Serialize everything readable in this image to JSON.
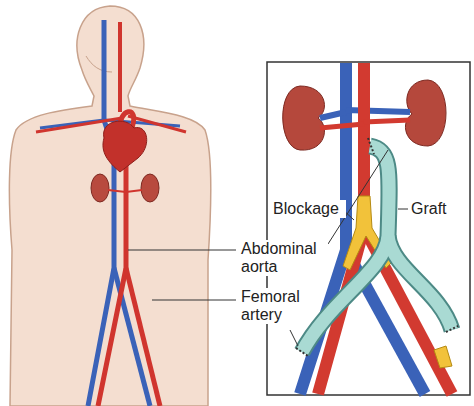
{
  "diagram": {
    "labels": [
      "Abdominal aorta",
      "Femoral artery",
      "Blockage",
      "Graft"
    ]
  }
}
